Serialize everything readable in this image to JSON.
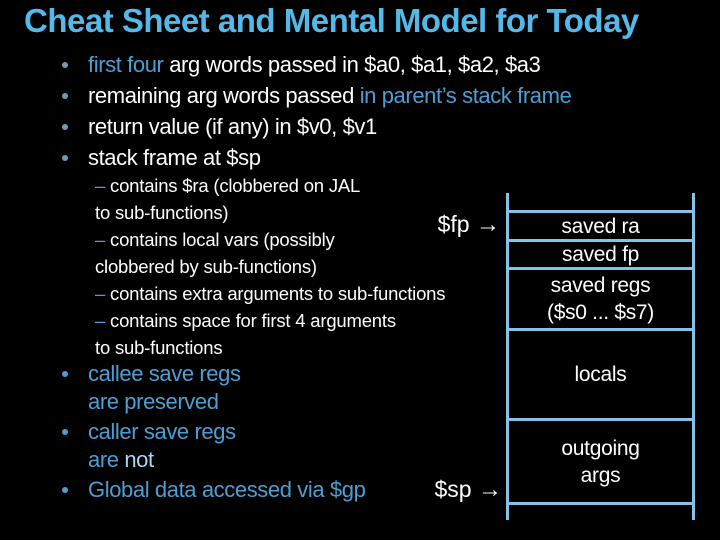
{
  "title": "Cheat Sheet and Mental Model for Today",
  "colors": {
    "background": "#000000",
    "title_blue": "#54b8e9",
    "accent_blue": "#4d9fd3",
    "light_blue": "#aad6ee",
    "diagram_line_blue": "#86c1e6",
    "text_white": "#fdfdfd"
  },
  "bullets_top": [
    {
      "hl": "first four ",
      "rest": "arg words passed in $a0, $a1, $a2, $a3"
    },
    {
      "pre": "remaining arg words passed ",
      "hl": "in parent’s stack frame"
    },
    {
      "text": "return value (if any) in $v0, $v1"
    },
    {
      "text": "stack frame at $sp"
    }
  ],
  "sub_bullets": [
    {
      "dash": "– ",
      "text": "contains $ra (clobbered on JAL"
    },
    {
      "dash": "",
      "text": "to sub-functions)"
    },
    {
      "dash": "– ",
      "text": "contains local vars (possibly"
    },
    {
      "dash": "",
      "text": "clobbered by sub-functions)"
    },
    {
      "dash": "– ",
      "text": "contains extra arguments to sub-functions"
    },
    {
      "dash": "– ",
      "text": "contains space for first 4 arguments"
    },
    {
      "dash": "",
      "text": "to sub-functions"
    }
  ],
  "bullets_bottom": [
    {
      "line1": "callee save regs",
      "line2": "are preserved"
    },
    {
      "line1": "caller save regs",
      "line2_pre": "are ",
      "line2_em": "not"
    },
    {
      "line1": "Global data accessed via $gp"
    }
  ],
  "pointers": {
    "fp": {
      "label": "$fp ",
      "arrow": "→"
    },
    "sp": {
      "label": "$sp ",
      "arrow": "→"
    }
  },
  "diagram": {
    "boxes": [
      {
        "label": "saved ra"
      },
      {
        "label": "saved fp"
      },
      {
        "label": "saved regs\n($s0  ... $s7)"
      },
      {
        "label": "locals"
      },
      {
        "label": "outgoing\nargs"
      }
    ]
  }
}
